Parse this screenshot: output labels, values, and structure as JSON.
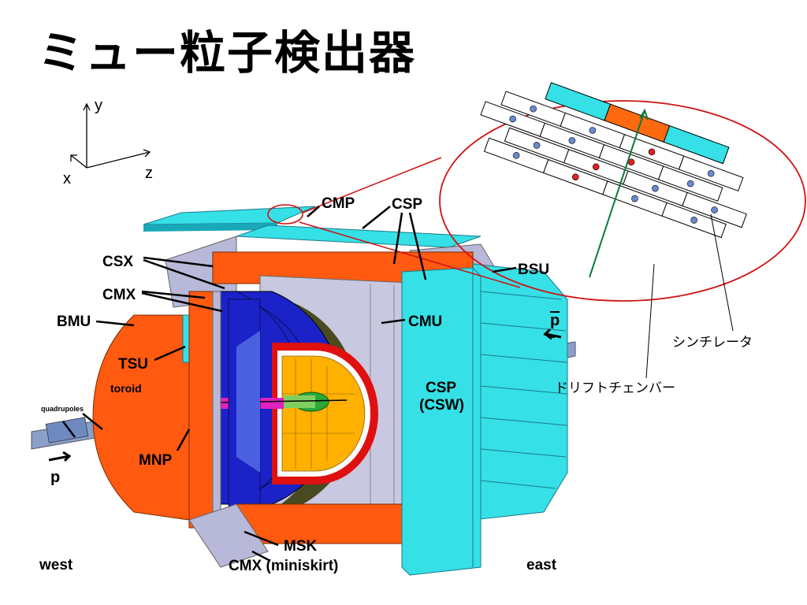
{
  "title": "ミュー粒子検出器",
  "axes": {
    "y": "y",
    "x": "x",
    "z": "z"
  },
  "detector_labels": {
    "cmp": "CMP",
    "csp_top": "CSP",
    "csx": "CSX",
    "cmx": "CMX",
    "bsu": "BSU",
    "bmu": "BMU",
    "cmu": "CMU",
    "tsu": "TSU",
    "toroid": "toroid",
    "quadrupoles": "quadrupoles",
    "csp_side": "CSP",
    "csw": "(CSW)",
    "mnp": "MNP",
    "msk": "MSK",
    "cmx_miniskirt": "CMX (miniskirt)",
    "p": "p",
    "pbar": "p",
    "west": "west",
    "east": "east"
  },
  "zoom_labels": {
    "scintillator": "シンチレータ",
    "drift_chamber": "ドリフトチェンバー"
  },
  "colors": {
    "orange": "#ff5a10",
    "cyan": "#35e0e6",
    "blue": "#1a22c8",
    "gray": "#b8b8d8",
    "red_outline": "#d01010",
    "track": "#0a7a3a"
  }
}
